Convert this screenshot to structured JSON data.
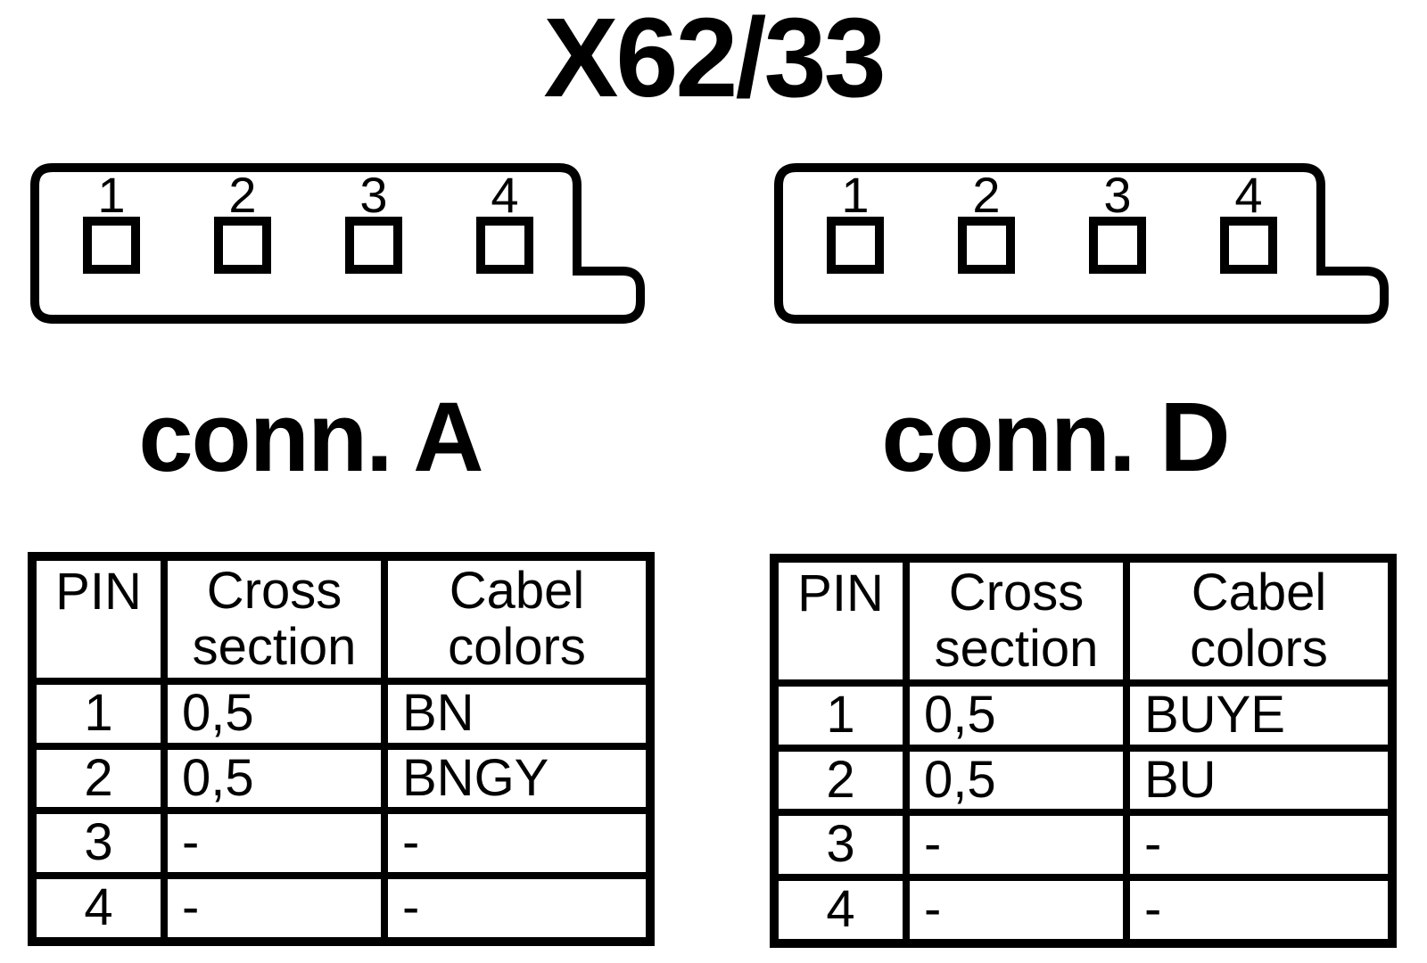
{
  "title": "X62/33",
  "colors": {
    "ink": "#000000",
    "background": "#ffffff"
  },
  "connectors": [
    {
      "id": "A",
      "label": "conn. A",
      "pins": [
        "1",
        "2",
        "3",
        "4"
      ]
    },
    {
      "id": "D",
      "label": "conn. D",
      "pins": [
        "1",
        "2",
        "3",
        "4"
      ]
    }
  ],
  "tables": [
    {
      "connector": "A",
      "headers": {
        "pin": "PIN",
        "cross_section": "Cross section",
        "cable_colors": "Cabel colors"
      },
      "rows": [
        {
          "pin": "1",
          "cross_section": "0,5",
          "cable_color": "BN"
        },
        {
          "pin": "2",
          "cross_section": "0,5",
          "cable_color": "BNGY"
        },
        {
          "pin": "3",
          "cross_section": "-",
          "cable_color": "-"
        },
        {
          "pin": "4",
          "cross_section": "-",
          "cable_color": "-"
        }
      ]
    },
    {
      "connector": "D",
      "headers": {
        "pin": "PIN",
        "cross_section": "Cross section",
        "cable_colors": "Cabel colors"
      },
      "rows": [
        {
          "pin": "1",
          "cross_section": "0,5",
          "cable_color": "BUYE"
        },
        {
          "pin": "2",
          "cross_section": "0,5",
          "cable_color": "BU"
        },
        {
          "pin": "3",
          "cross_section": "-",
          "cable_color": "-"
        },
        {
          "pin": "4",
          "cross_section": "-",
          "cable_color": "-"
        }
      ]
    }
  ]
}
